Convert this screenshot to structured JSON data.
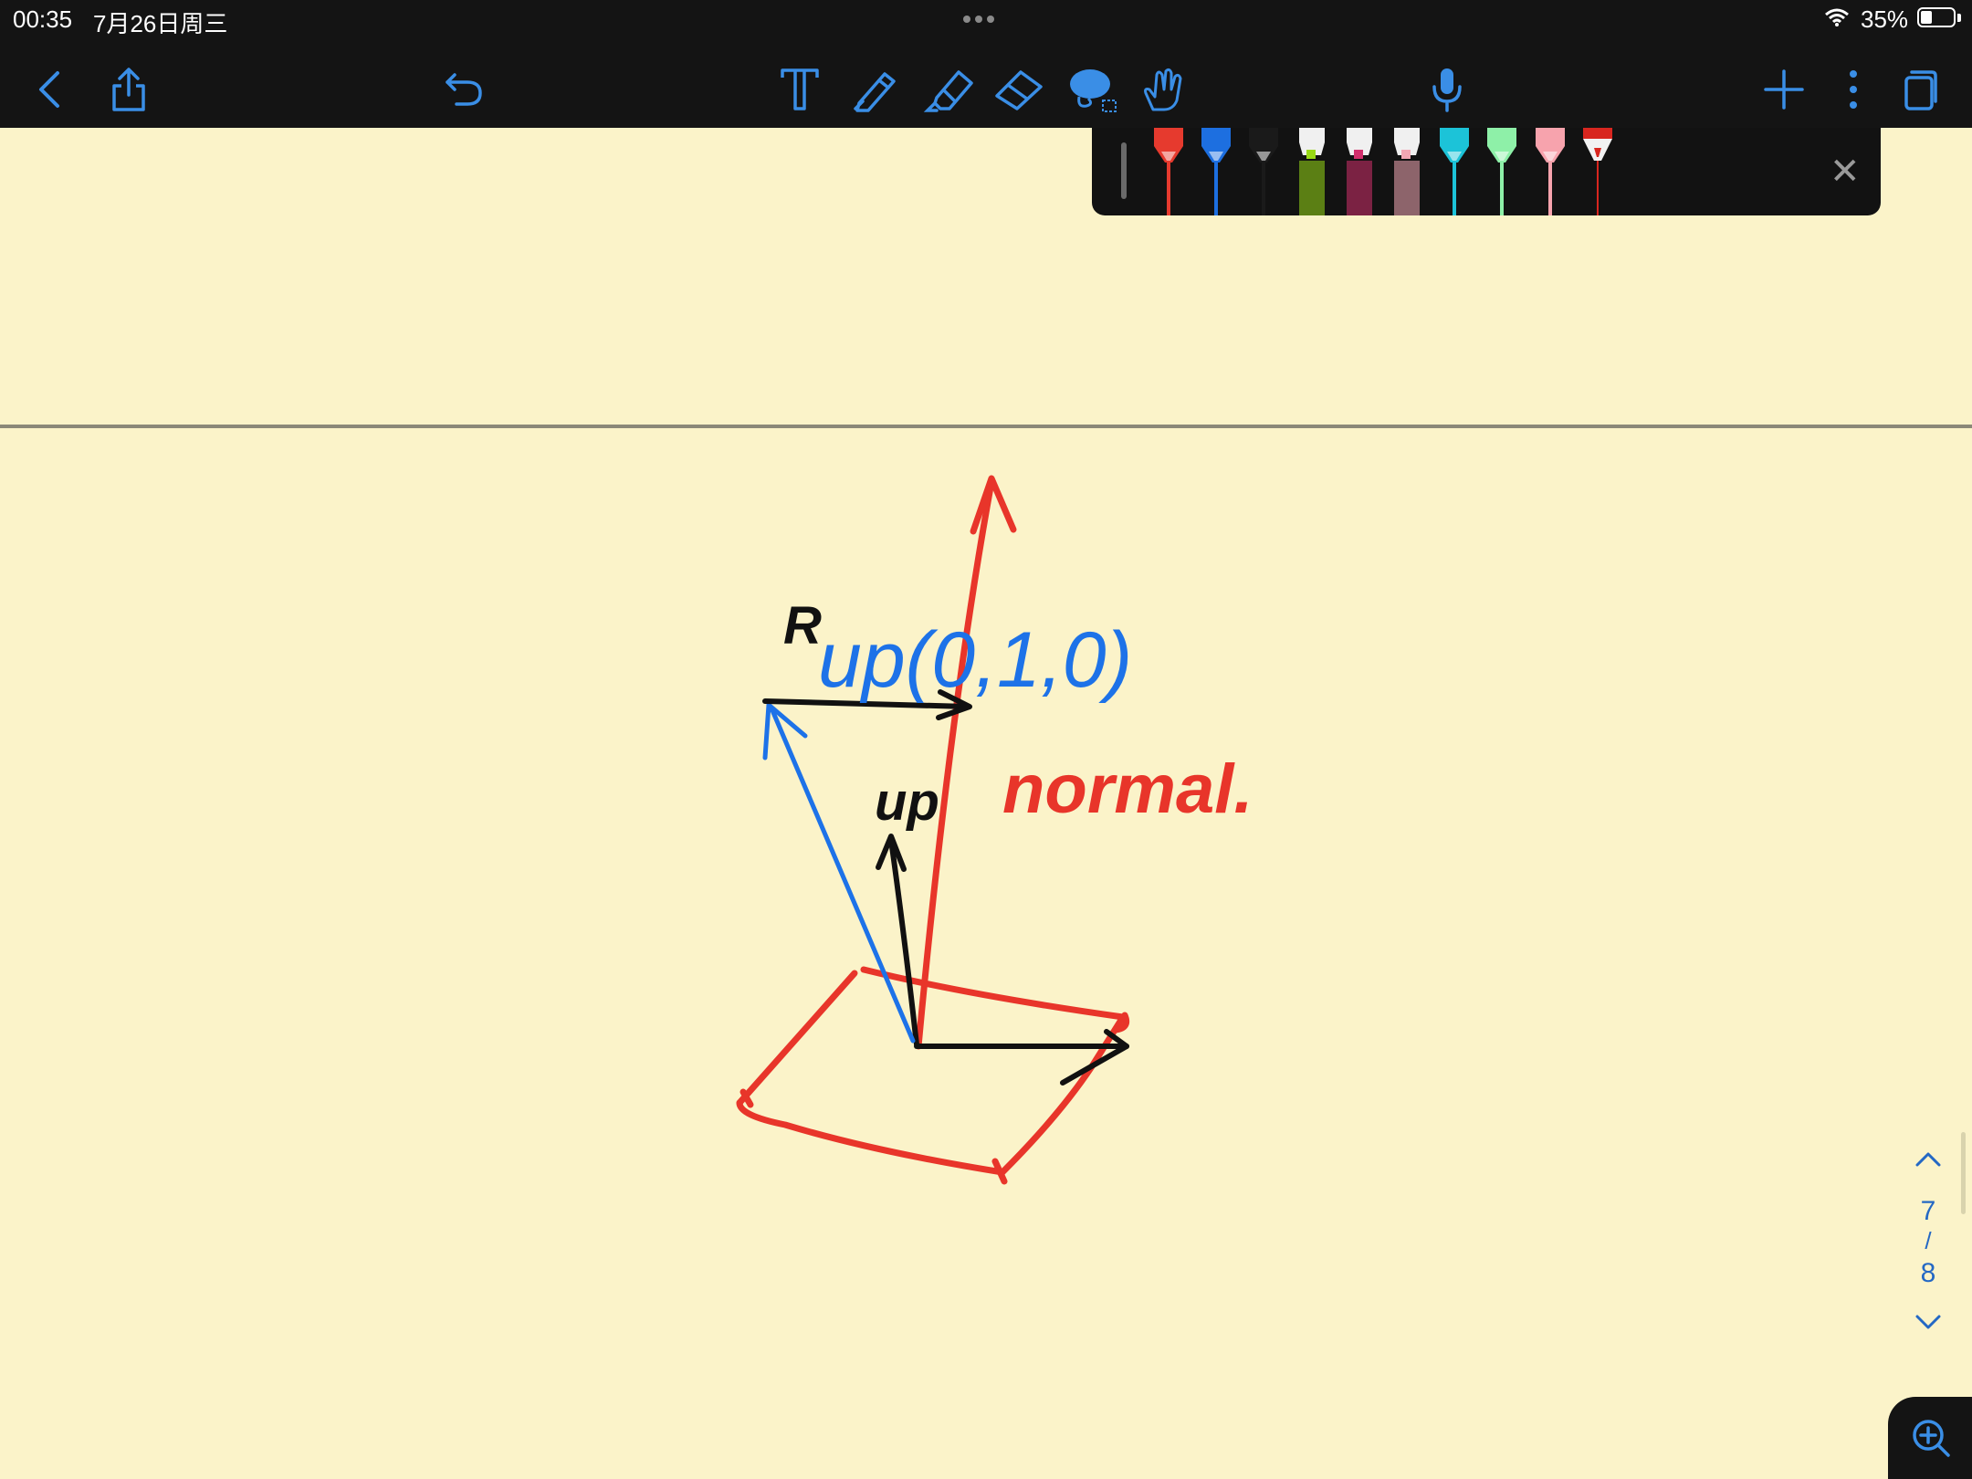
{
  "status_bar": {
    "time": "00:35",
    "date": "7月26日周三",
    "battery": "35%"
  },
  "toolbar": {
    "accent_color": "#3a8ee6",
    "left_icons": [
      "back-chevron-icon",
      "share-icon",
      "undo-icon"
    ],
    "center_tools": [
      "text-tool-icon",
      "pen-tool-icon",
      "highlighter-tool-icon",
      "eraser-tool-icon",
      "lasso-tool-icon",
      "hand-tool-icon"
    ],
    "right_icons": [
      "microphone-icon",
      "add-icon",
      "more-icon",
      "pages-icon"
    ]
  },
  "palette": {
    "pens": [
      {
        "name": "red-pen",
        "type": "pen",
        "color": "#e63a2e"
      },
      {
        "name": "blue-pen",
        "type": "pen",
        "color": "#1d6fe0"
      },
      {
        "name": "black-pen",
        "type": "pen",
        "color": "#1a1a1a"
      },
      {
        "name": "lime-highlighter",
        "type": "highlighter",
        "color": "#98d916"
      },
      {
        "name": "magenta-highlighter",
        "type": "highlighter",
        "color": "#d22f6c"
      },
      {
        "name": "pink-highlighter",
        "type": "highlighter",
        "color": "#f3a7b4"
      },
      {
        "name": "cyan-pen",
        "type": "pen",
        "color": "#1cc3d8"
      },
      {
        "name": "mint-pen",
        "type": "pen",
        "color": "#8ef0a8"
      },
      {
        "name": "pink-pen",
        "type": "pen",
        "color": "#f7a3ad"
      },
      {
        "name": "red-fine-pen",
        "type": "fine",
        "color": "#d8261f"
      }
    ],
    "close_label": "✕"
  },
  "note": {
    "paper_color": "#fbf3c9",
    "handwriting": {
      "r_label": "R",
      "up_vector_label": "up(0,1,0)",
      "up_label": "up",
      "normal_label": "normal."
    },
    "ink_colors": {
      "red": "#e8352a",
      "blue": "#1d72e8",
      "black": "#111111"
    }
  },
  "page_nav": {
    "current": "7",
    "separator": "/",
    "total": "8"
  }
}
